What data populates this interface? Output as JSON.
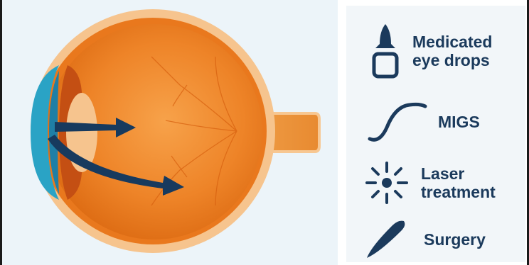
{
  "colors": {
    "navy": "#1b3a5c",
    "eye_orange": "#e8761c",
    "eye_orange_light": "#f6b36b",
    "cornea_blue": "#2aa3c5",
    "background": "#ecf4f9"
  },
  "legend": {
    "items": [
      {
        "icon": "eye-dropper-icon",
        "label": "Medicated\neye drops"
      },
      {
        "icon": "migs-stent-icon",
        "label": "MIGS"
      },
      {
        "icon": "laser-burst-icon",
        "label": "Laser\ntreatment"
      },
      {
        "icon": "scalpel-icon",
        "label": "Surgery"
      }
    ]
  }
}
